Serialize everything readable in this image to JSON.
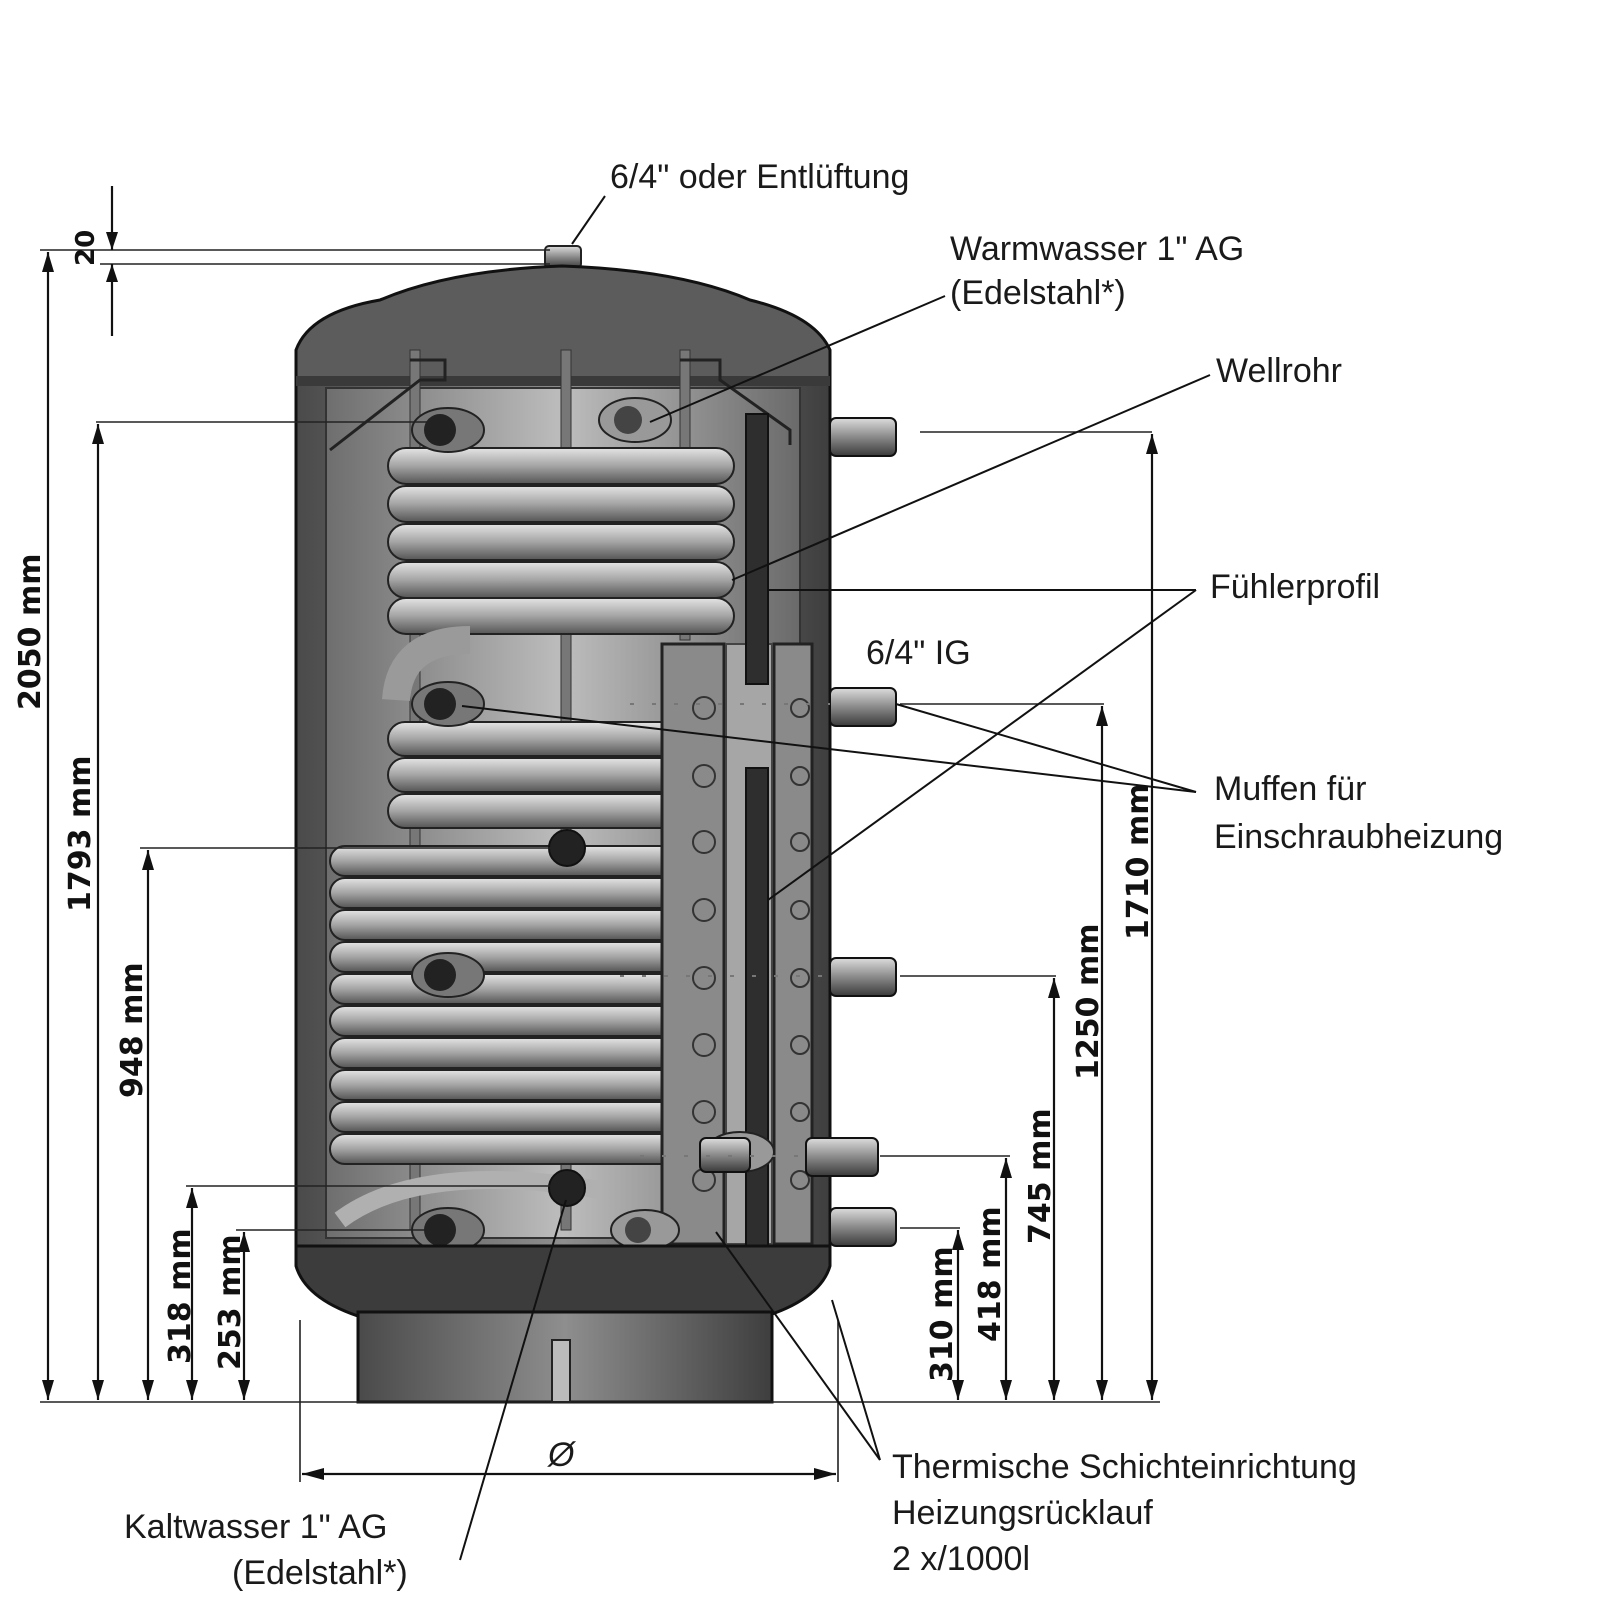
{
  "labels": {
    "top_vent": "6/4\" oder Entlüftung",
    "warmwasser_line1": "Warmwasser 1\" AG",
    "warmwasser_line2": "(Edelstahl*)",
    "wellrohr": "Wellrohr",
    "fuehlerprofil": "Fühlerprofil",
    "ig_port": "6/4\" IG",
    "muffen_line1": "Muffen für",
    "muffen_line2": "Einschraubheizung",
    "schicht_line1": "Thermische Schichteinrichtung",
    "schicht_line2": "Heizungsrücklauf",
    "schicht_line3": "2 x/1000l",
    "kaltwasser_line1": "Kaltwasser 1\" AG",
    "kaltwasser_line2": "(Edelstahl*)",
    "diameter_symbol": "Ø"
  },
  "dimensions": {
    "top_offset": "20",
    "total_height": "2050 mm",
    "h_1793": "1793 mm",
    "h_948": "948 mm",
    "h_318": "318 mm",
    "h_253": "253 mm",
    "h_310": "310 mm",
    "h_418": "418 mm",
    "h_745": "745 mm",
    "h_1250": "1250 mm",
    "h_1710": "1710 mm"
  },
  "colors": {
    "tank_shell": "#5a5a5a",
    "tank_interior": "#9a9a9a",
    "coil": "#c8c8c8",
    "line": "#111111"
  }
}
